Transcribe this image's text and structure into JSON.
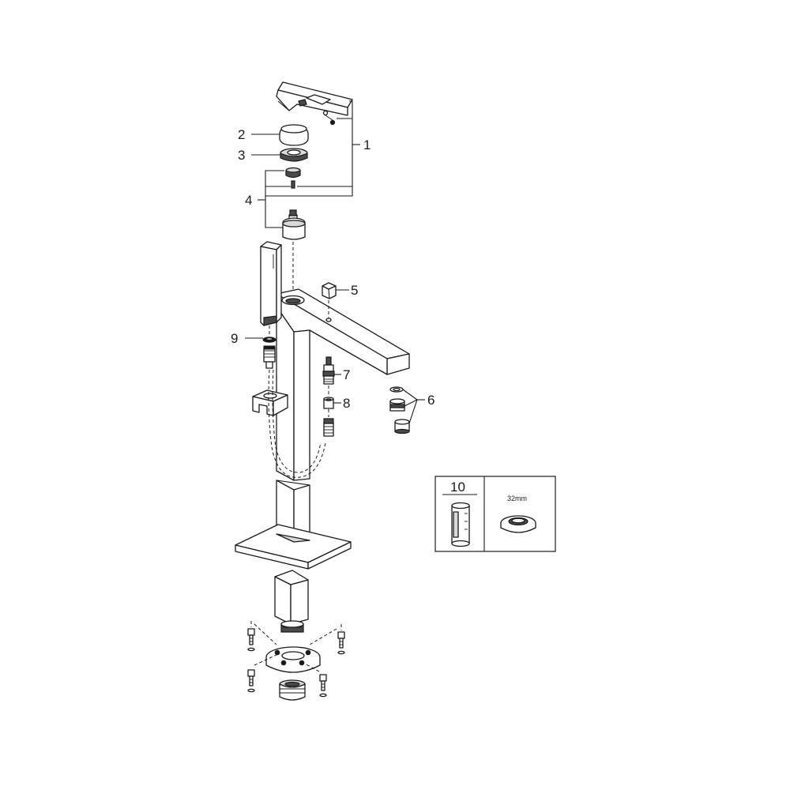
{
  "callouts": {
    "c1": "1",
    "c2": "2",
    "c3": "3",
    "c4": "4",
    "c5": "5",
    "c6": "6",
    "c7": "7",
    "c8": "8",
    "c9": "9"
  },
  "accessory_box": {
    "number": "10",
    "size_label": "32mm"
  }
}
